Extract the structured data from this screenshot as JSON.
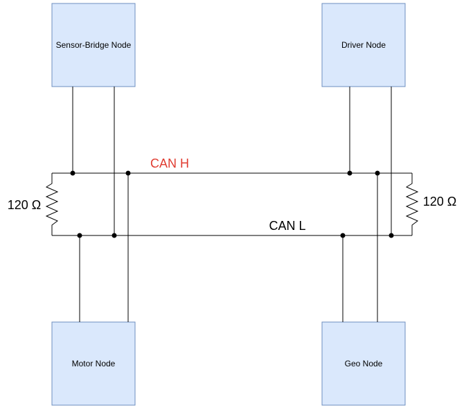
{
  "nodes": {
    "sensor_bridge": "Sensor-Bridge Node",
    "driver": "Driver Node",
    "motor": "Motor Node",
    "geo": "Geo Node"
  },
  "bus": {
    "can_h_label": "CAN H",
    "can_l_label": "CAN L",
    "can_h_color": "#e03c31",
    "can_l_color": "#000000"
  },
  "terminators": {
    "left_label": "120 Ω",
    "right_label": "120 Ω"
  },
  "colors": {
    "node_fill": "#dae8fc",
    "node_stroke": "#6c8ebf"
  }
}
